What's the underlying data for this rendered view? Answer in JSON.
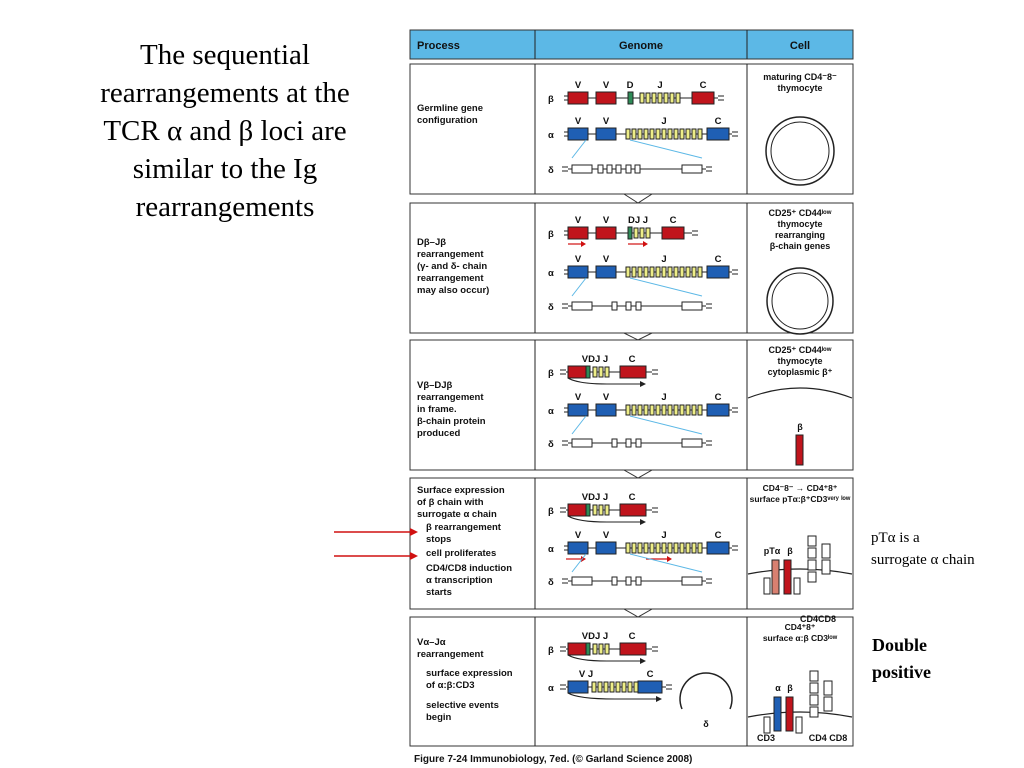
{
  "slide_title": [
    "The sequential",
    "rearrangements at the",
    "TCR α and β loci are",
    "similar to the Ig",
    "rearrangements"
  ],
  "side_note": [
    "pTα is a",
    "surrogate α chain"
  ],
  "double_positive": [
    "Double",
    "positive"
  ],
  "colors": {
    "header_blue": "#5cb8e6",
    "beta_red": "#c0141c",
    "alpha_blue": "#1f5fb4",
    "j_yellow": "#eeee88",
    "d_green": "#2e8b57",
    "pointer_red": "#d01010"
  },
  "figure": {
    "headers": {
      "process": "Process",
      "genome": "Genome",
      "cell": "Cell"
    },
    "caption": "Figure 7-24  Immunobiology, 7ed. (© Garland Science 2008)",
    "locus_labels": {
      "beta": "β",
      "alpha": "α",
      "delta": "δ"
    },
    "stages": [
      {
        "process": [
          "Germline gene",
          "configuration"
        ],
        "beta_labels": {
          "v1": "V",
          "v2": "V",
          "d": "D",
          "j": "J",
          "c": "C"
        },
        "alpha_labels": {
          "v1": "V",
          "v2": "V",
          "j": "J",
          "c": "C"
        },
        "cell": [
          "maturing CD4⁻8⁻",
          "thymocyte"
        ]
      },
      {
        "process": [
          "Dβ–Jβ",
          "rearrangement",
          "(γ- and δ- chain",
          "rearrangement",
          "may also occur)"
        ],
        "beta_labels": {
          "v1": "V",
          "v2": "V",
          "dj": "DJ J",
          "c": "C"
        },
        "alpha_labels": {
          "v1": "V",
          "v2": "V",
          "j": "J",
          "c": "C"
        },
        "cell": [
          "CD25⁺ CD44ˡᵒʷ",
          "thymocyte",
          "rearranging",
          "β-chain genes"
        ]
      },
      {
        "process": [
          "Vβ–DJβ",
          "rearrangement",
          "in frame.",
          "β-chain protein",
          "produced"
        ],
        "beta_labels": {
          "vdj": "VDJ J",
          "c": "C"
        },
        "alpha_labels": {
          "v1": "V",
          "v2": "V",
          "j": "J",
          "c": "C"
        },
        "cell": [
          "CD25⁺ CD44ˡᵒʷ",
          "thymocyte",
          "cytoplasmic β⁺"
        ],
        "cell_protein": "β"
      },
      {
        "process": [
          "Surface expression",
          "of β chain with",
          "surrogate α chain"
        ],
        "process_items": [
          "β rearrangement",
          "stops",
          "cell proliferates",
          "CD4/CD8 induction",
          "α transcription",
          "starts"
        ],
        "beta_labels": {
          "vdj": "VDJ J",
          "c": "C"
        },
        "alpha_labels": {
          "v1": "V",
          "v2": "V",
          "j": "J",
          "c": "C"
        },
        "cell": [
          "CD4⁻8⁻ → CD4⁺8⁺",
          "surface pTα:β⁺CD3ᵛᵉʳʸ ˡᵒʷ"
        ],
        "cell_proteins": {
          "pta": "pTα",
          "beta": "β",
          "cd4": "CD4",
          "cd8": "CD8"
        }
      },
      {
        "process": [
          "Vα–Jα",
          "rearrangement"
        ],
        "process_items": [
          "surface expression",
          "of α:β:CD3",
          "selective events",
          "begin"
        ],
        "beta_labels": {
          "vdj": "VDJ J",
          "c": "C"
        },
        "alpha_labels": {
          "vj": "V J",
          "j": "J",
          "c": "C"
        },
        "delta_circle": "δ",
        "cell": [
          "CD4⁺8⁺",
          "surface α:β CD3ˡᵒʷ"
        ],
        "cell_proteins": {
          "alpha": "α",
          "beta": "β",
          "cd3": "CD3",
          "cd4": "CD4",
          "cd8": "CD8"
        }
      }
    ]
  }
}
